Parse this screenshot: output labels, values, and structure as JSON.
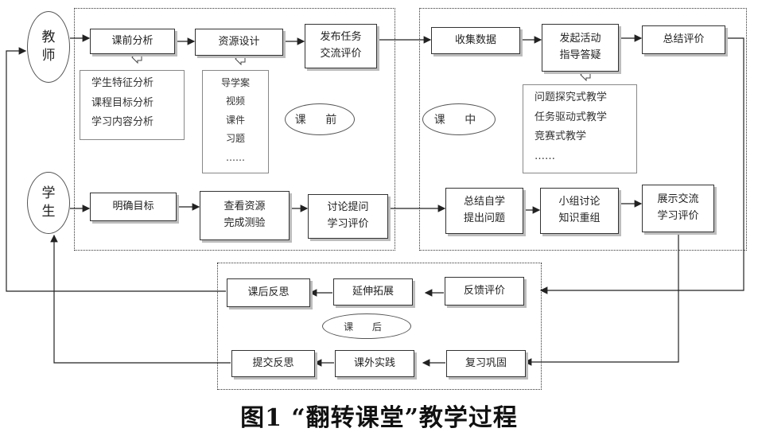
{
  "actors": {
    "teacher": "教\n师",
    "student": "学\n生"
  },
  "phases": {
    "pre": "课 前",
    "in": "课 中",
    "post": "课 后"
  },
  "teacher_flow": {
    "pre_analysis": "课前分析",
    "resource_design": "资源设计",
    "publish_task": "发布任务\n交流评价",
    "collect_data": "收集数据",
    "launch_activity": "发起活动\n指导答疑",
    "summary_eval": "总结评价"
  },
  "student_flow": {
    "clear_goal": "明确目标",
    "view_resources": "查看资源\n完成测验",
    "discuss": "讨论提问\n学习评价",
    "self_summary": "总结自学\n提出问题",
    "group_discuss": "小组讨论\n知识重组",
    "present": "展示交流\n学习评价"
  },
  "notes": {
    "analysis_items": "学生特征分析\n课程目标分析\n学习内容分析",
    "resource_items": "导学案\n视频\n课件\n习题\n……",
    "method_items": "问题探究式教学\n任务驱动式教学\n竞赛式教学\n……"
  },
  "post_flow": {
    "feedback": "反馈评价",
    "extend": "延伸拓展",
    "reflect": "课后反思",
    "review": "复习巩固",
    "practice": "课外实践",
    "submit": "提交反思"
  },
  "caption": "图1 “翻转课堂”教学过程"
}
